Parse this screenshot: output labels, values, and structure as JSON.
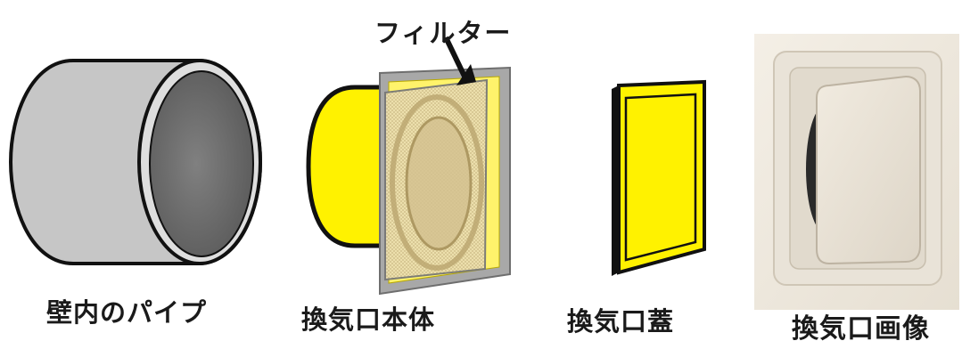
{
  "labels": {
    "filter": "フィルター",
    "pipe": "壁内のパイプ",
    "vent_body": "換気口本体",
    "vent_lid": "換気口蓋",
    "vent_photo": "換気口画像"
  },
  "colors": {
    "pipe_body": "#c8c8c8",
    "pipe_inner": "#707070",
    "vent_yellow": "#fff200",
    "filter_mesh": "#d9c99a",
    "frame_gray": "#9a9a9a",
    "photo_wall": "#f1ece3",
    "photo_plate": "#e8e2d6",
    "photo_cover": "#ece5d9"
  }
}
